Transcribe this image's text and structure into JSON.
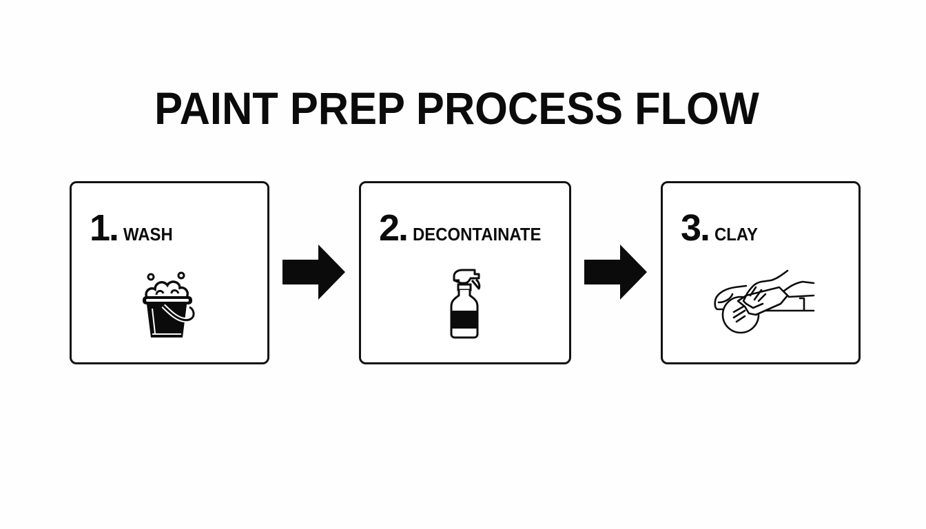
{
  "title": "PAINT PREP PROCESS FLOW",
  "steps": [
    {
      "number": "1.",
      "label": "WASH",
      "icon": "bucket-with-suds-icon"
    },
    {
      "number": "2.",
      "label": "DECONTAINATE",
      "icon": "spray-bottle-icon"
    },
    {
      "number": "3.",
      "label": "CLAY",
      "icon": "hand-clay-bar-on-car-icon"
    }
  ],
  "connectors": [
    {
      "from": 1,
      "to": 2,
      "icon": "arrow-right-icon"
    },
    {
      "from": 2,
      "to": 3,
      "icon": "arrow-right-icon"
    }
  ],
  "colors": {
    "background": "#fefefe",
    "ink": "#0b0b0b",
    "box_border": "#111111"
  }
}
